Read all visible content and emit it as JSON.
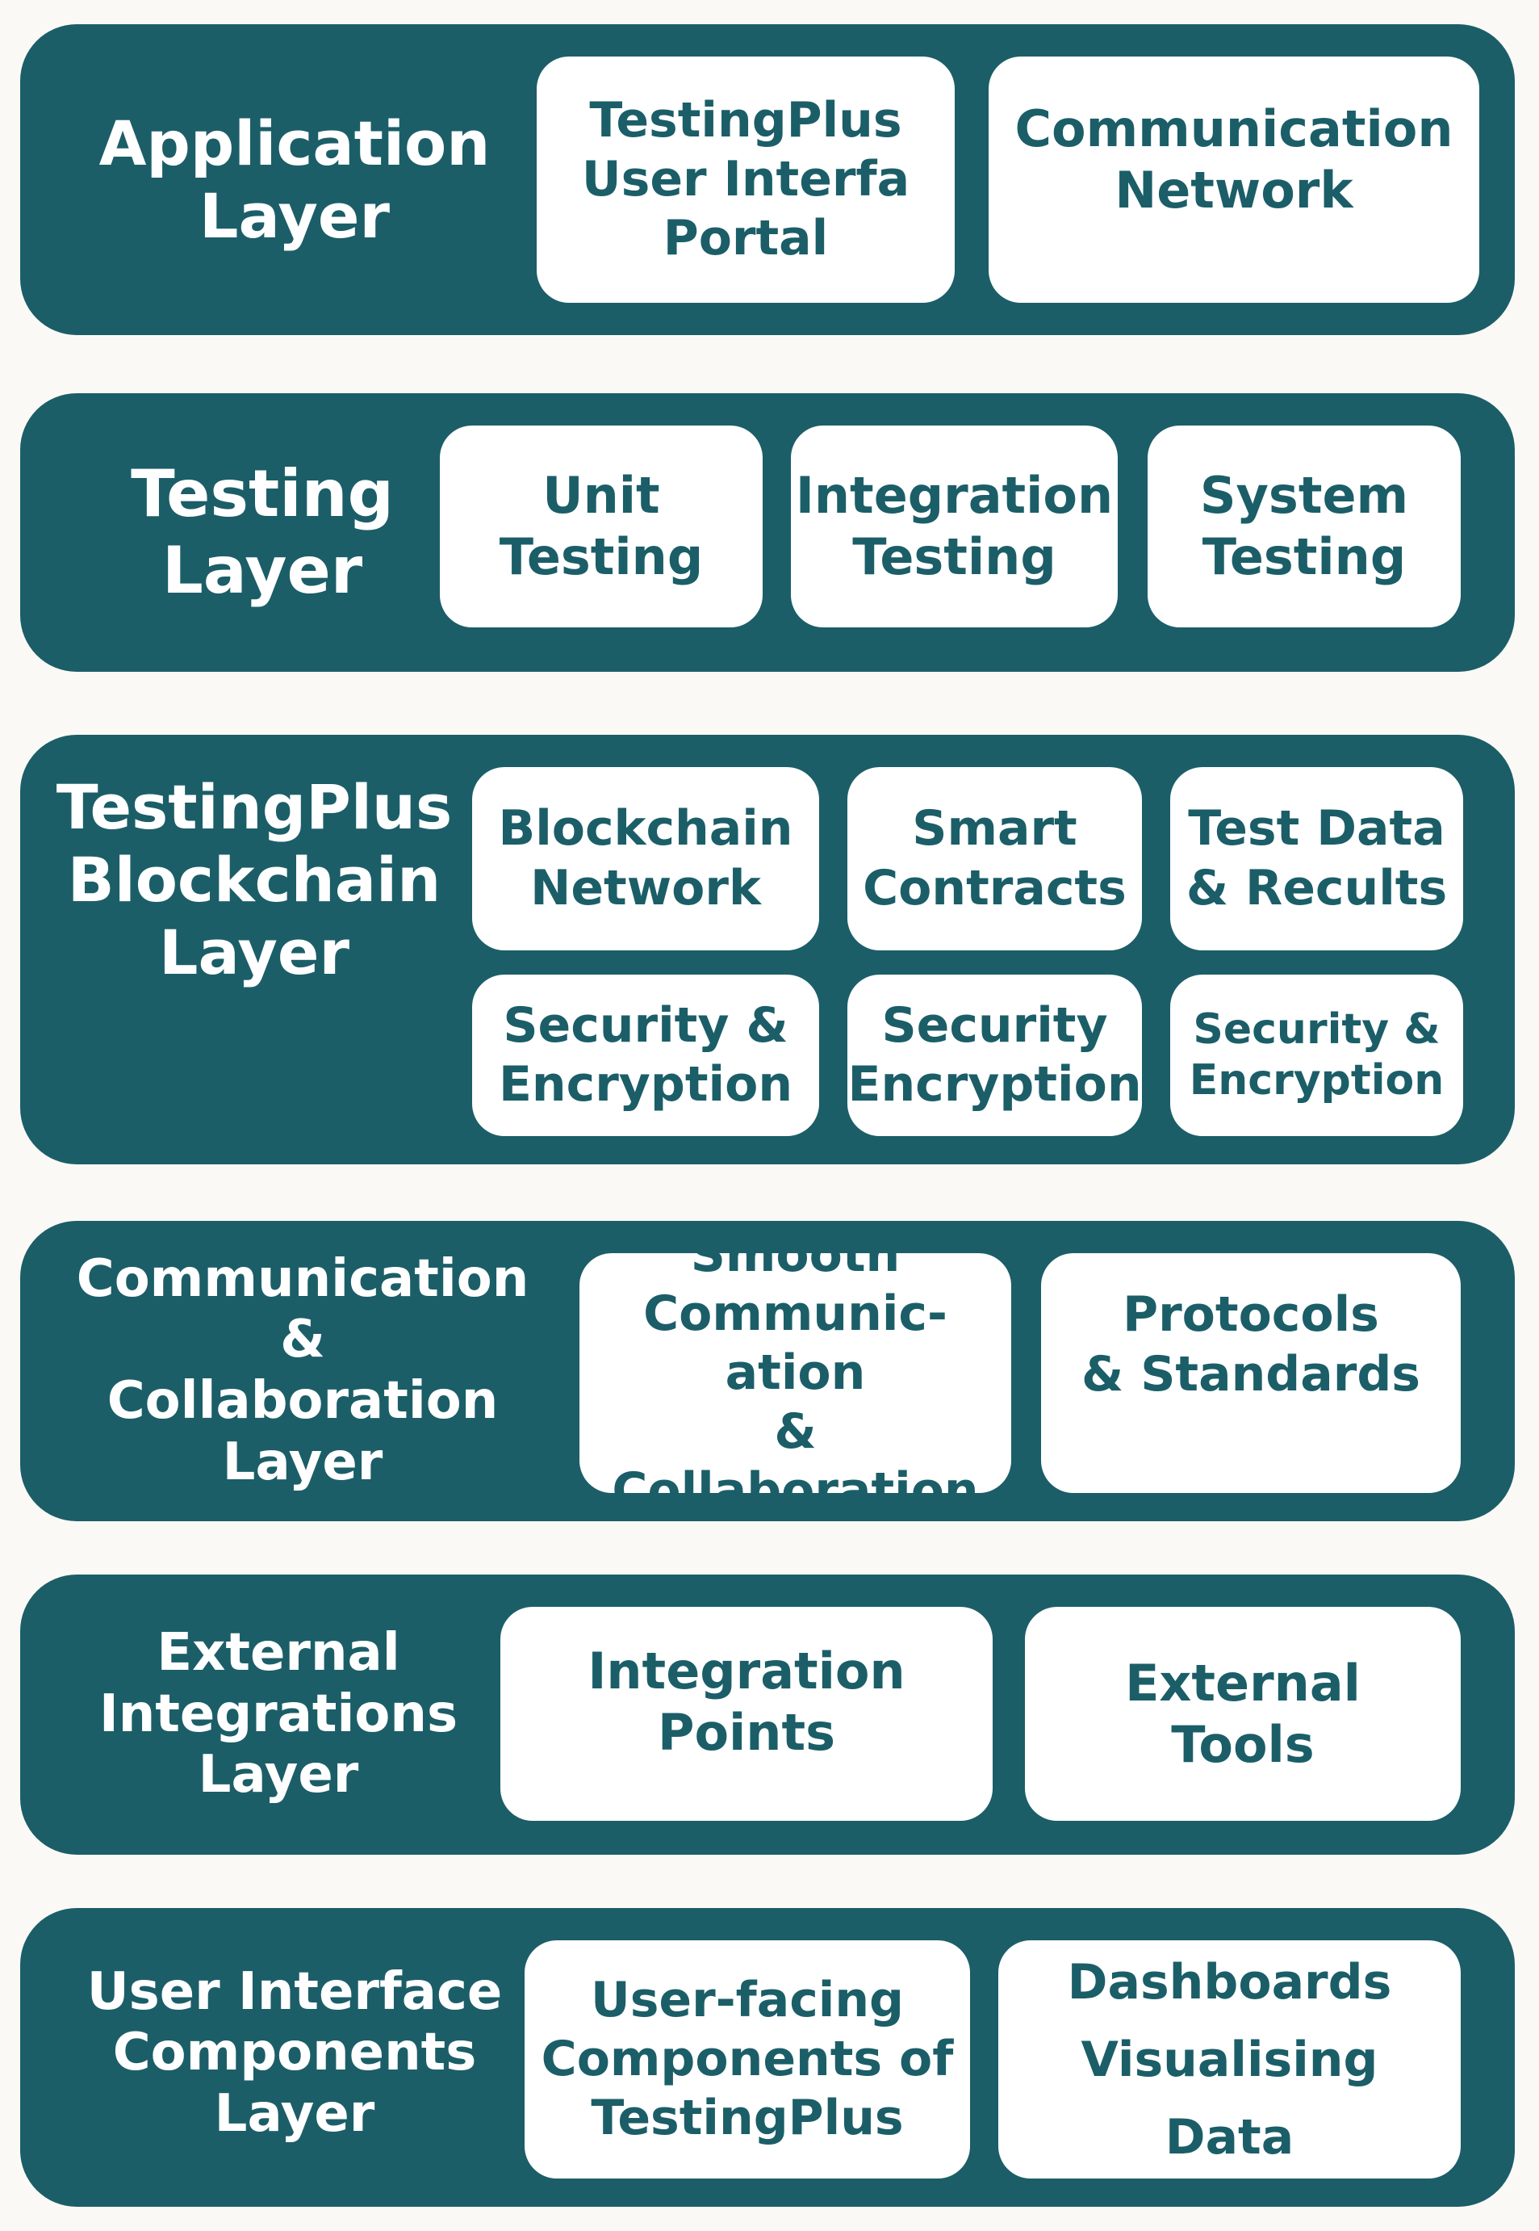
{
  "layers": [
    {
      "title": "Application\nLayer",
      "cards": [
        "TestingPlus\nUser Interfa\nPortal",
        "Communication\nNetwork"
      ]
    },
    {
      "title": "Testing\nLayer",
      "cards": [
        "Unit\nTesting",
        "Integration\nTesting",
        "System\nTesting"
      ]
    },
    {
      "title": "TestingPlus\nBlockchain\nLayer",
      "cards": [
        "Blockchain\nNetwork",
        "Smart\nContracts",
        "Test Data\n& Recults",
        "Security &\nEncryption",
        "Security\nEncryption",
        "Security &\nEncryption"
      ]
    },
    {
      "title": "Communication &\nCollaboration\nLayer",
      "cards": [
        "Smooth\nCommunic-ation\n& Collaboration",
        "Protocols\n& Standards"
      ]
    },
    {
      "title": "External\nIntegrations\nLayer",
      "cards": [
        "Integration\nPoints",
        "External\nTools"
      ]
    },
    {
      "title": "User Interface\nComponents\nLayer",
      "cards": [
        "User-facing\nComponents of\nTestingPlus",
        "Dashboards\nVisualising Data"
      ]
    }
  ]
}
